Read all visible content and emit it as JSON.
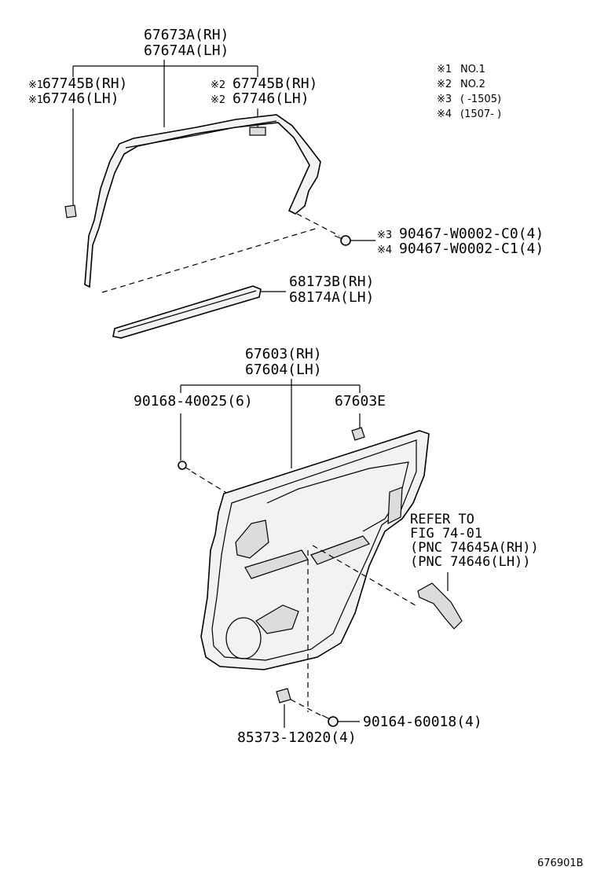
{
  "callouts": {
    "weatherstrip_top": {
      "line1": "67673A(RH)",
      "line2": "67674A(LH)"
    },
    "clip1": {
      "mark": "※1",
      "line1": "67745B(RH)",
      "line2": "67746(LH)"
    },
    "clip2": {
      "mark": "※2",
      "line1": "67745B(RH)",
      "line2": "67746(LH)"
    },
    "screw_top": {
      "mark1": "※3",
      "line1": "90467-W0002-C0(4)",
      "mark2": "※4",
      "line2": "90467-W0002-C1(4)"
    },
    "belt_moulding": {
      "line1": "68173B(RH)",
      "line2": "68174A(LH)"
    },
    "door_trim": {
      "line1": "67603(RH)",
      "line2": "67604(LH)"
    },
    "screw_left": {
      "text": "90168-40025(6)"
    },
    "clip_trim": {
      "text": "67603E"
    },
    "refer": {
      "line1": "REFER TO",
      "line2": "FIG 74-01",
      "line3": "(PNC 74645A(RH))",
      "line4": "(PNC 74646(LH))"
    },
    "screw_bottom": {
      "text": "90164-60018(4)"
    },
    "clip_bottom": {
      "text": "85373-12020(4)"
    }
  },
  "legend": [
    {
      "mark": "※1",
      "text": "NO.1"
    },
    {
      "mark": "※2",
      "text": "NO.2"
    },
    {
      "mark": "※3",
      "text": "(      -1505)"
    },
    {
      "mark": "※4",
      "text": "(1507-      )"
    }
  ],
  "figure_id": "676901B"
}
